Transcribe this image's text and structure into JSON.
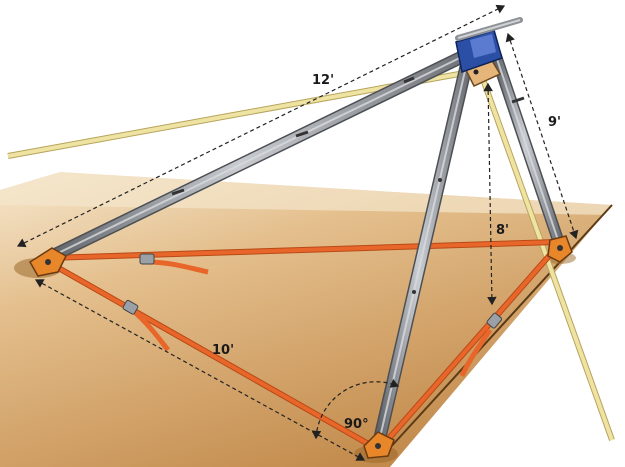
{
  "labels": {
    "leg_length": "12'",
    "right_leg_height": "9'",
    "inner_height": "8'",
    "base_span": "10'",
    "base_angle": "90°"
  },
  "colors": {
    "ground_light": "#f3e3c8",
    "ground_mid": "#d9ad76",
    "ground_dark": "#b98143",
    "leg_steel": "#7f8388",
    "leg_highlight": "#c7cacd",
    "strap": "#e8662a",
    "strap_dark": "#b94a16",
    "rope": "#efe3a4",
    "rope_edge": "#b7a45a",
    "head_blue": "#2c4fa6",
    "head_tan": "#e6b57a",
    "dim_line": "#222222"
  },
  "icons": {
    "tripod": "tripod-rescue-illustration",
    "buckle": "strap-buckle-icon"
  }
}
